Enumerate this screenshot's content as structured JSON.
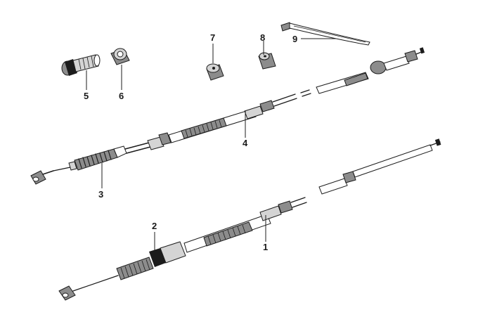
{
  "callouts": {
    "c1": "1",
    "c2": "2",
    "c3": "3",
    "c4": "4",
    "c5": "5",
    "c6": "6",
    "c7": "7",
    "c8": "8",
    "c9": "9"
  },
  "colors": {
    "ink": "#1c1c1c",
    "shade": "#8c8c8c",
    "paper": "#ffffff"
  }
}
